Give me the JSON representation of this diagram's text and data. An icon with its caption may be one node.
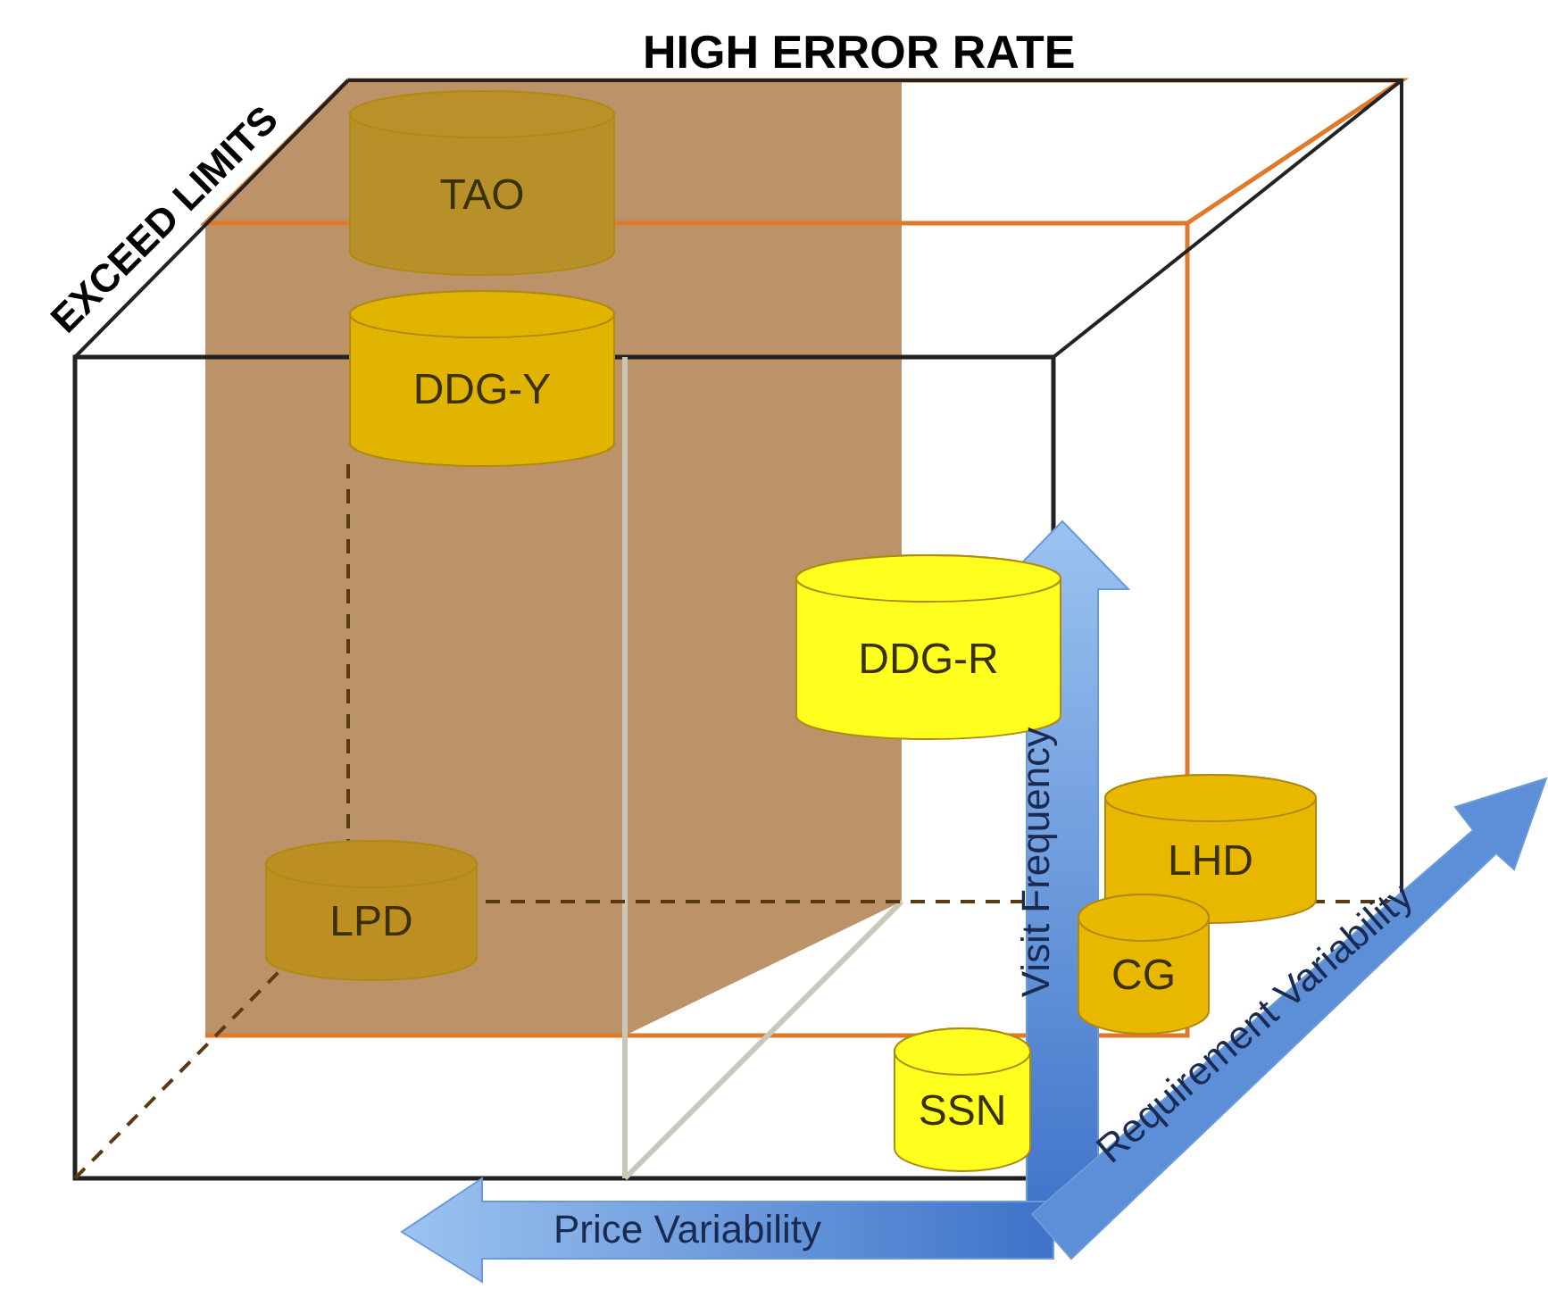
{
  "diagram": {
    "nodes": [
      {
        "text": [
          "TAO"
        ]
      },
      {
        "text": [
          "DDG-Y"
        ]
      },
      {
        "text": [
          "DDG-R"
        ]
      },
      {
        "text": [
          "LHD"
        ]
      },
      {
        "text": [
          "LPD"
        ]
      },
      {
        "text": [
          "CG"
        ]
      },
      {
        "text": [
          "SSN"
        ]
      }
    ],
    "labels": [
      "HIGH ERROR RATE",
      "EXCEED LIMITS",
      "Visit Frequency",
      "Requirement Variability",
      "Price Variability"
    ]
  }
}
